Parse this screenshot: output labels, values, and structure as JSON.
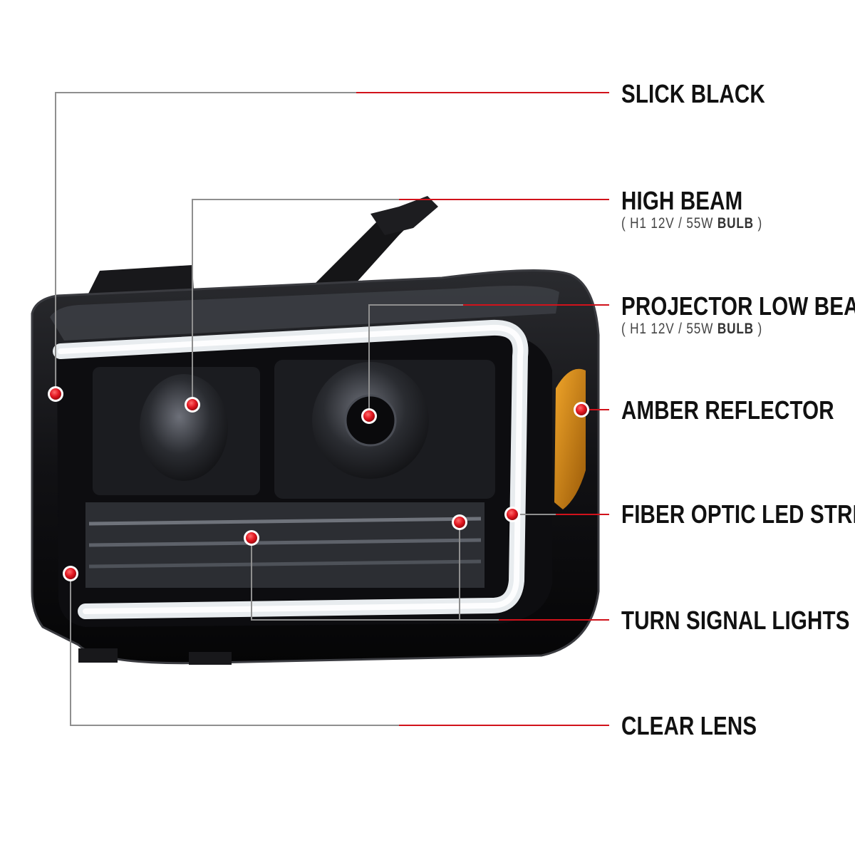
{
  "colors": {
    "leader_line": "#8f8f8f",
    "accent_line": "#d1121b",
    "callout_dot": "#e1151f",
    "housing": "#121214",
    "amber": "#d98a14",
    "led_strip": "#e8ecef"
  },
  "callouts": [
    {
      "id": "slick-black",
      "title": "SLICK BLACK"
    },
    {
      "id": "high-beam",
      "title": "HIGH BEAM",
      "sub": {
        "open": "(",
        "spec": "H1  12V / 55W",
        "unit": "BULB",
        "close": ")"
      }
    },
    {
      "id": "projector-low-beam",
      "title": "PROJECTOR LOW BEAM",
      "sub": {
        "open": "(",
        "spec": "H1  12V / 55W",
        "unit": "BULB",
        "close": ")"
      }
    },
    {
      "id": "amber-reflector",
      "title": "AMBER REFLECTOR"
    },
    {
      "id": "fiber-optic-led-strip",
      "title": "FIBER OPTIC LED STRIP"
    },
    {
      "id": "turn-signal-lights",
      "title": "TURN SIGNAL LIGHTS"
    },
    {
      "id": "clear-lens",
      "title": "CLEAR LENS"
    }
  ]
}
